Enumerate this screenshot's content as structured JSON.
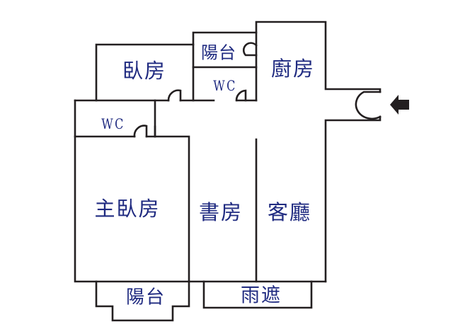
{
  "rooms": {
    "bedroom": "臥房",
    "balcony_top": "陽台",
    "wc_top": "WC",
    "kitchen": "廚房",
    "wc_left": "WC",
    "master_bedroom": "主臥房",
    "study": "書房",
    "living_room": "客廳",
    "balcony_bottom": "陽台",
    "rain_canopy": "雨遮"
  },
  "colors": {
    "walls": "#231f20",
    "labels": "#1f2a80"
  },
  "entrance_icon": "arrow-left-icon"
}
